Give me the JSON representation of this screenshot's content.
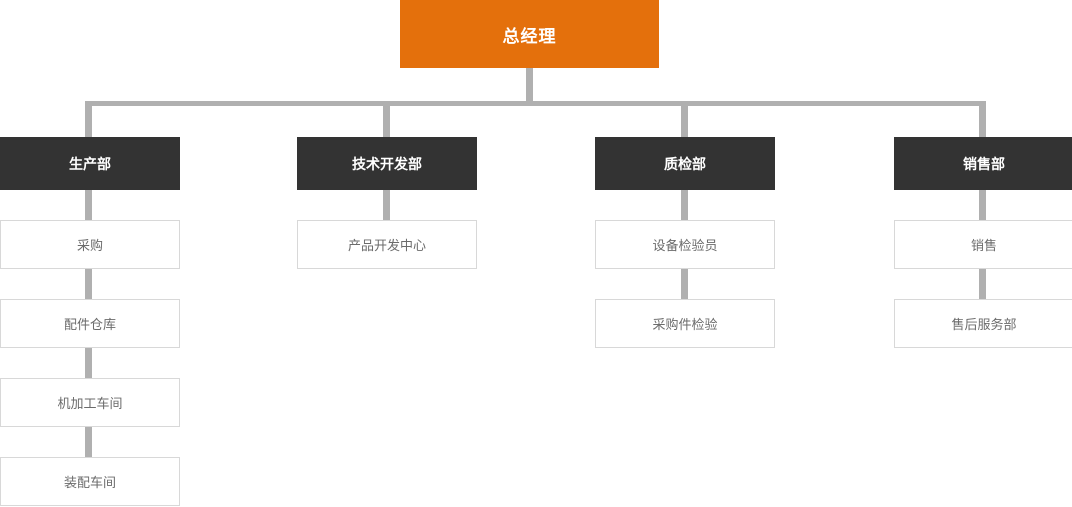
{
  "colors": {
    "root_bg": "#e4700c",
    "root_text": "#ffffff",
    "dept_bg": "#333333",
    "dept_text": "#ffffff",
    "sub_bg": "#ffffff",
    "sub_border": "#d8d8d8",
    "sub_text": "#6b6b6b",
    "connector": "#b0b0b0"
  },
  "root": {
    "label": "总经理"
  },
  "columns": [
    {
      "dept": "生产部",
      "children": [
        {
          "label": "采购"
        },
        {
          "label": "配件仓库"
        },
        {
          "label": "机加工车间"
        },
        {
          "label": "装配车间"
        }
      ]
    },
    {
      "dept": "技术开发部",
      "children": [
        {
          "label": "产品开发中心"
        }
      ]
    },
    {
      "dept": "质检部",
      "children": [
        {
          "label": "设备检验员"
        },
        {
          "label": "采购件检验"
        }
      ]
    },
    {
      "dept": "销售部",
      "children": [
        {
          "label": "销售"
        },
        {
          "label": "售后服务部"
        }
      ]
    }
  ]
}
